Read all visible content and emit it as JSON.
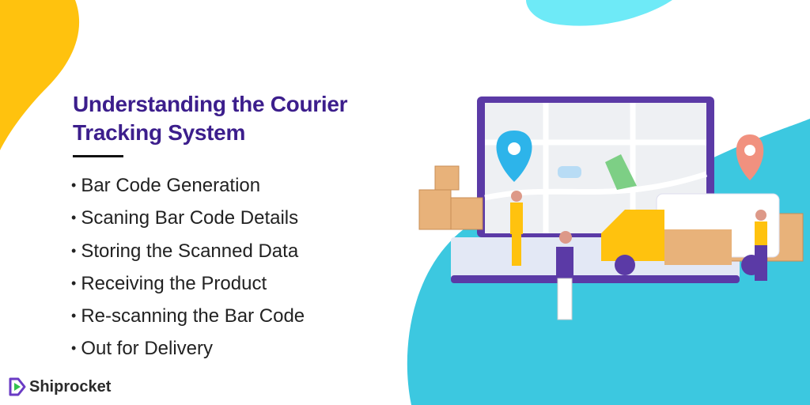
{
  "title": "Understanding the Courier Tracking System",
  "steps": [
    "Bar Code Generation",
    "Scaning Bar Code Details",
    "Storing the Scanned Data",
    "Receiving the Product",
    "Re-scanning the Bar Code",
    "Out for Delivery"
  ],
  "brand": {
    "name": "Shiprocket"
  },
  "colors": {
    "title": "#3c1e8c",
    "accent_yellow": "#ffc107",
    "accent_cyan": "#3fd1e8",
    "laptop": "#5b3aa6"
  }
}
